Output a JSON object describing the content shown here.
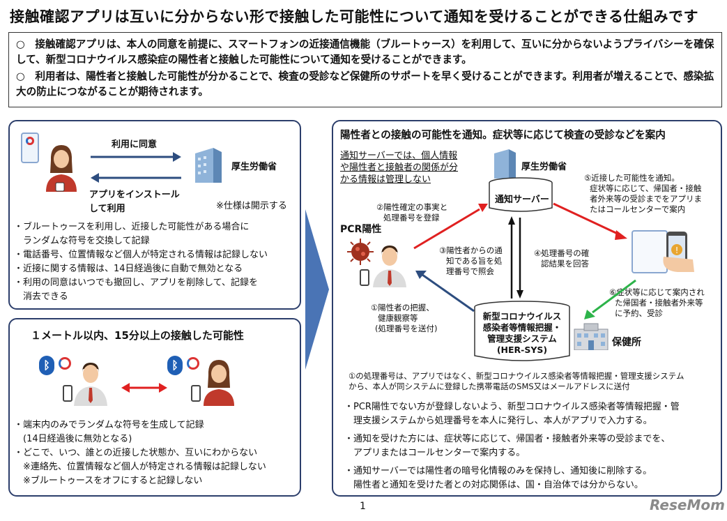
{
  "header": {
    "title": "接触確認アプリは互いに分からない形で接触した可能性について通知を受けることができる仕組みです"
  },
  "intro": {
    "items": [
      "○　接触確認アプリは、本人の同意を前提に、スマートフォンの近接通信機能（ブルートゥース）を利用して、互いに分からないようプライバシーを確保して、新型コロナウイルス感染症の陽性者と接触した可能性について通知を受けることができます。",
      "○　利用者は、陽性者と接触した可能性が分かることで、検査の受診など保健所のサポートを早く受けることができます。利用者が増えることで、感染拡大の防止につながることが期待されます。"
    ]
  },
  "panel1": {
    "consent_label": "利用に同意",
    "ministry_label": "厚生労働省",
    "install_label_1": "アプリをインストール",
    "install_label_2": "して利用",
    "spec_note": "※仕様は開示する",
    "bullets": [
      "・ブルートゥースを利用し、近接した可能性がある場合に",
      "　ランダムな符号を交換して記録",
      "・電話番号、位置情報など個人が特定される情報は記録しない",
      "・近接に関する情報は、14日経過後に自動で無効となる",
      "・利用の同意はいつでも撤回し、アプリを削除して、記録を",
      "　消去できる"
    ]
  },
  "panel2": {
    "heading": "１メートル以内、15分以上の接触した可能性",
    "bullets": [
      "・端末内のみでランダムな符号を生成して記録",
      "　(14日経過後に無効となる)",
      "・どこで、いつ、誰との近接した状態か、互いにわからない",
      "　※連絡先、位置情報など個人が特定される情報は記録しない",
      "　※ブルートゥースをオフにすると記録しない"
    ]
  },
  "panel3": {
    "heading": "陽性者との接触の可能性を通知。症状等に応じて検査の受診などを案内",
    "server_note": [
      "通知サーバーでは、個人情報",
      "や陽性者と接触者の関係が分",
      "かる情報は管理しない"
    ],
    "ministry_label": "厚生労働省",
    "server_label": "通知サーバー",
    "pcr_label": "PCR陽性",
    "step2": [
      "②陽性確定の事実と",
      "処理番号を登録"
    ],
    "step3": [
      "③陽性者からの通",
      "知である旨を処",
      "理番号で照会"
    ],
    "step4": [
      "④処理番号の確",
      "認結果を回答"
    ],
    "step5": [
      "⑤近接した可能性を通知。",
      "症状等に応じて、帰国者・接触",
      "者外来等の受診までをアプリま",
      "たはコールセンターで案内"
    ],
    "step6": [
      "⑥症状等に応じて案内され",
      "た帰国者・接触者外来等",
      "に予約、受診"
    ],
    "step1": [
      "①陽性者の把握、",
      "健康観察等",
      "(処理番号を送付)"
    ],
    "hersys": [
      "新型コロナウイルス",
      "感染者等情報把握・",
      "管理支援システム",
      "(HER-SYS)"
    ],
    "health_center": "保健所",
    "footnote": [
      "①の処理番号は、アプリではなく、新型コロナウイルス感染者等情報把握・管理支援システム",
      "から、本人が同システムに登録した携帯電話のSMS又はメールアドレスに送付"
    ],
    "bullets": [
      [
        "・PCR陽性でない方が登録しないよう、新型コロナウイルス感染者等情報把握・管",
        "　理支援システムから処理番号を本人に発行し、本人がアプリで入力する。"
      ],
      [
        "・通知を受けた方には、症状等に応じて、帰国者・接触者外来等の受診までを、",
        "　アプリまたはコールセンターで案内する。"
      ],
      [
        "・通知サーバーでは陽性者の暗号化情報のみを保持し、通知後に削除する。",
        "　陽性者と通知を受けた者との対応関係は、国・自治体では分からない。"
      ]
    ]
  },
  "footer": {
    "page_number": "1",
    "logo": "ReseMom"
  },
  "colors": {
    "navy": "#2c3e6b",
    "red_arrow": "#e02020",
    "green_arrow": "#2db34a",
    "blue_arrow": "#2d4d7f"
  }
}
